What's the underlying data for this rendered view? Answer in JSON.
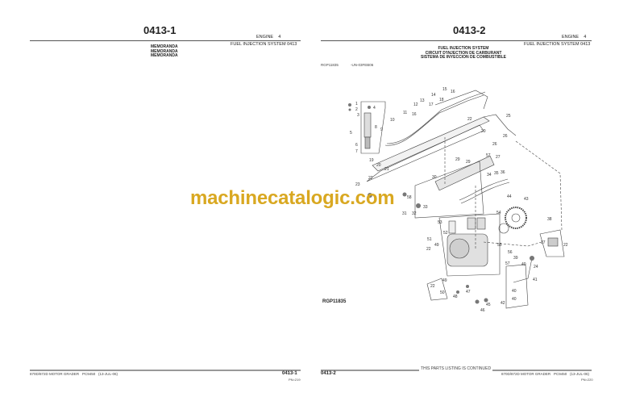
{
  "left_page": {
    "page_title": "0413-1",
    "section": "ENGINE",
    "section_number": "4",
    "group": "FUEL INJECTION SYSTEM 0413",
    "memoranda": [
      "MEMORANDA",
      "MEMORANDA",
      "MEMORANDA"
    ],
    "footer": {
      "model": "870D/872D MOTOR GRADER",
      "catalog": "PC9450",
      "date": "(13-JUL-06)",
      "page": "0413-1",
      "pn": "PN=219"
    }
  },
  "right_page": {
    "page_title": "0413-2",
    "section": "ENGINE",
    "section_number": "4",
    "group": "FUEL INJECTION SYSTEM 0413",
    "headings": [
      "FUEL INJECTION SYSTEM",
      "CIRCUIT D'INJECTION DE CARBURANT",
      "SISTEMA DE INYECCION DE COMBUSTIBLE"
    ],
    "figure_id": "RGP11835",
    "figure_code": "-UN-03FEB06",
    "figure_caption": "RGP11835",
    "callouts": [
      "1",
      "2",
      "3",
      "4",
      "5",
      "6",
      "7",
      "8",
      "9",
      "10",
      "11",
      "12",
      "13",
      "14",
      "15",
      "16",
      "17",
      "18",
      "16",
      "22",
      "25",
      "20",
      "26",
      "26",
      "27",
      "57",
      "29",
      "29",
      "19",
      "20",
      "21",
      "22",
      "23",
      "30",
      "34",
      "35",
      "36",
      "32",
      "31",
      "33",
      "58",
      "44",
      "43",
      "54",
      "53",
      "52",
      "38",
      "51",
      "49",
      "22",
      "37",
      "22",
      "55",
      "56",
      "39",
      "24",
      "57",
      "40",
      "41",
      "49",
      "22",
      "50",
      "48",
      "47",
      "40",
      "40",
      "42",
      "45",
      "46"
    ],
    "footer": {
      "continued": "THIS PARTS LISTING IS CONTINUED",
      "page": "0413-2",
      "model": "870D/872D MOTOR GRADER",
      "catalog": "PC9450",
      "date": "(13-JUL-06)",
      "pn": "PN=220"
    }
  },
  "watermark": "machinecatalogic.com",
  "colors": {
    "watermark": "#d9a821",
    "rule": "#555555"
  }
}
